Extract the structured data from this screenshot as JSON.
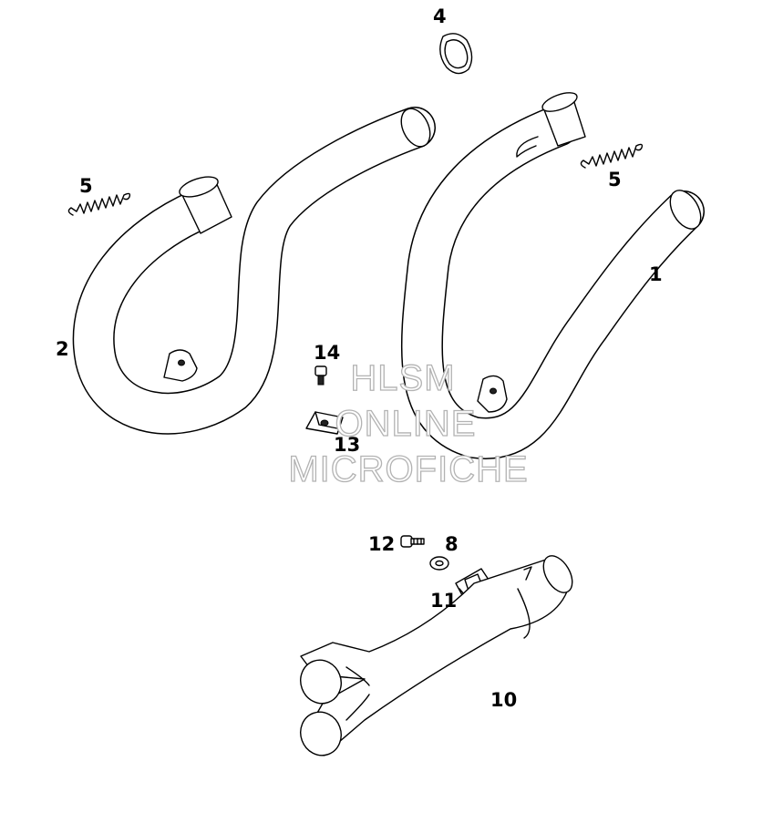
{
  "diagram": {
    "parts": [
      {
        "id": "label-1",
        "text": "1"
      },
      {
        "id": "label-2",
        "text": "2"
      },
      {
        "id": "label-4",
        "text": "4"
      },
      {
        "id": "label-5a",
        "text": "5"
      },
      {
        "id": "label-5b",
        "text": "5"
      },
      {
        "id": "label-8",
        "text": "8"
      },
      {
        "id": "label-10",
        "text": "10"
      },
      {
        "id": "label-11",
        "text": "11"
      },
      {
        "id": "label-12",
        "text": "12"
      },
      {
        "id": "label-13",
        "text": "13"
      },
      {
        "id": "label-14",
        "text": "14"
      }
    ],
    "watermark": {
      "line1": "HLSM",
      "line2": "ONLINE",
      "line3": "MICROFICHE"
    }
  }
}
